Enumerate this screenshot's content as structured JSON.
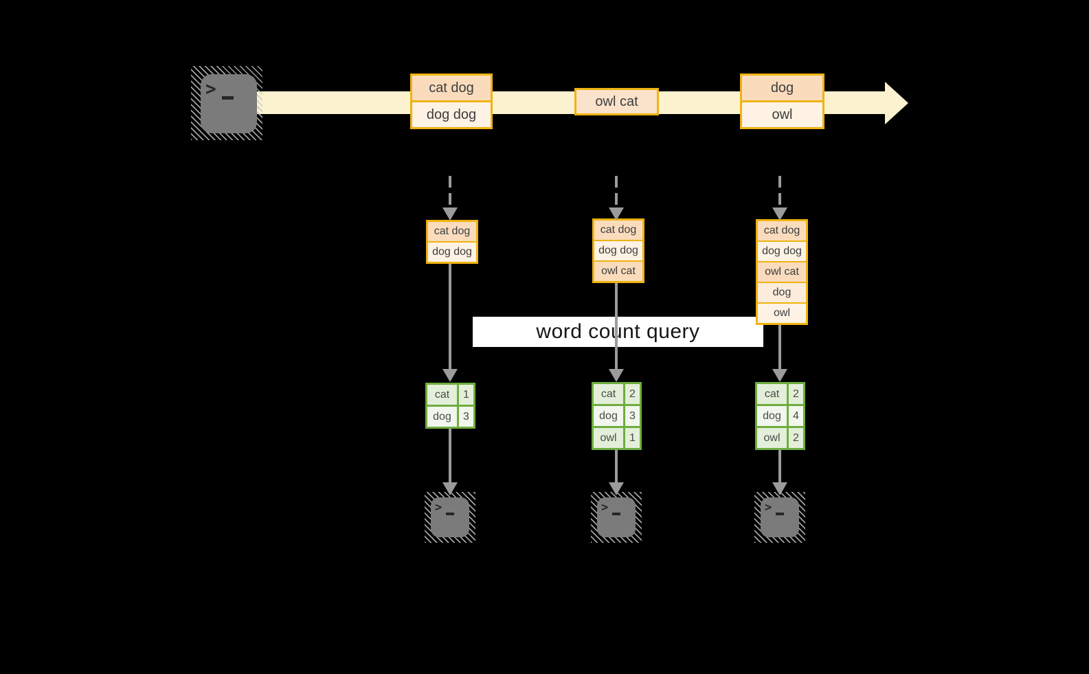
{
  "banner": {
    "label": "word count query"
  },
  "icons": {
    "terminal_chevron": ">"
  },
  "stream": {
    "groups": [
      {
        "rows": [
          {
            "text": "cat dog"
          },
          {
            "text": "dog dog"
          }
        ]
      },
      {
        "rows": [
          {
            "text": "owl cat"
          }
        ]
      },
      {
        "rows": [
          {
            "text": "dog"
          },
          {
            "text": "owl"
          }
        ]
      }
    ]
  },
  "columns": [
    {
      "state_rows": [
        {
          "text": "cat dog"
        },
        {
          "text": "dog dog"
        }
      ],
      "counts": [
        {
          "word": "cat",
          "value": "1"
        },
        {
          "word": "dog",
          "value": "3"
        }
      ]
    },
    {
      "state_rows": [
        {
          "text": "cat dog"
        },
        {
          "text": "dog dog"
        },
        {
          "text": "owl cat"
        }
      ],
      "counts": [
        {
          "word": "cat",
          "value": "2"
        },
        {
          "word": "dog",
          "value": "3"
        },
        {
          "word": "owl",
          "value": "1"
        }
      ]
    },
    {
      "state_rows": [
        {
          "text": "cat dog"
        },
        {
          "text": "dog dog"
        },
        {
          "text": "owl cat"
        },
        {
          "text": "dog"
        },
        {
          "text": "owl"
        }
      ],
      "counts": [
        {
          "word": "cat",
          "value": "2"
        },
        {
          "word": "dog",
          "value": "4"
        },
        {
          "word": "owl",
          "value": "2"
        }
      ]
    }
  ],
  "colors": {
    "background": "#000000",
    "stream_arrow_fill": "#fdf2cf",
    "box_border_orange": "#f0b310",
    "box_fill_peach": "#fadcbd",
    "box_fill_cream": "#fdf2e3",
    "table_border_green": "#6fad3f",
    "table_cell_green": "#e4efda",
    "table_cell_green_light": "#f1f7ec",
    "connector_gray": "#9b9b9b",
    "terminal_gray": "#7b7b7b",
    "banner_background": "#ffffff"
  }
}
